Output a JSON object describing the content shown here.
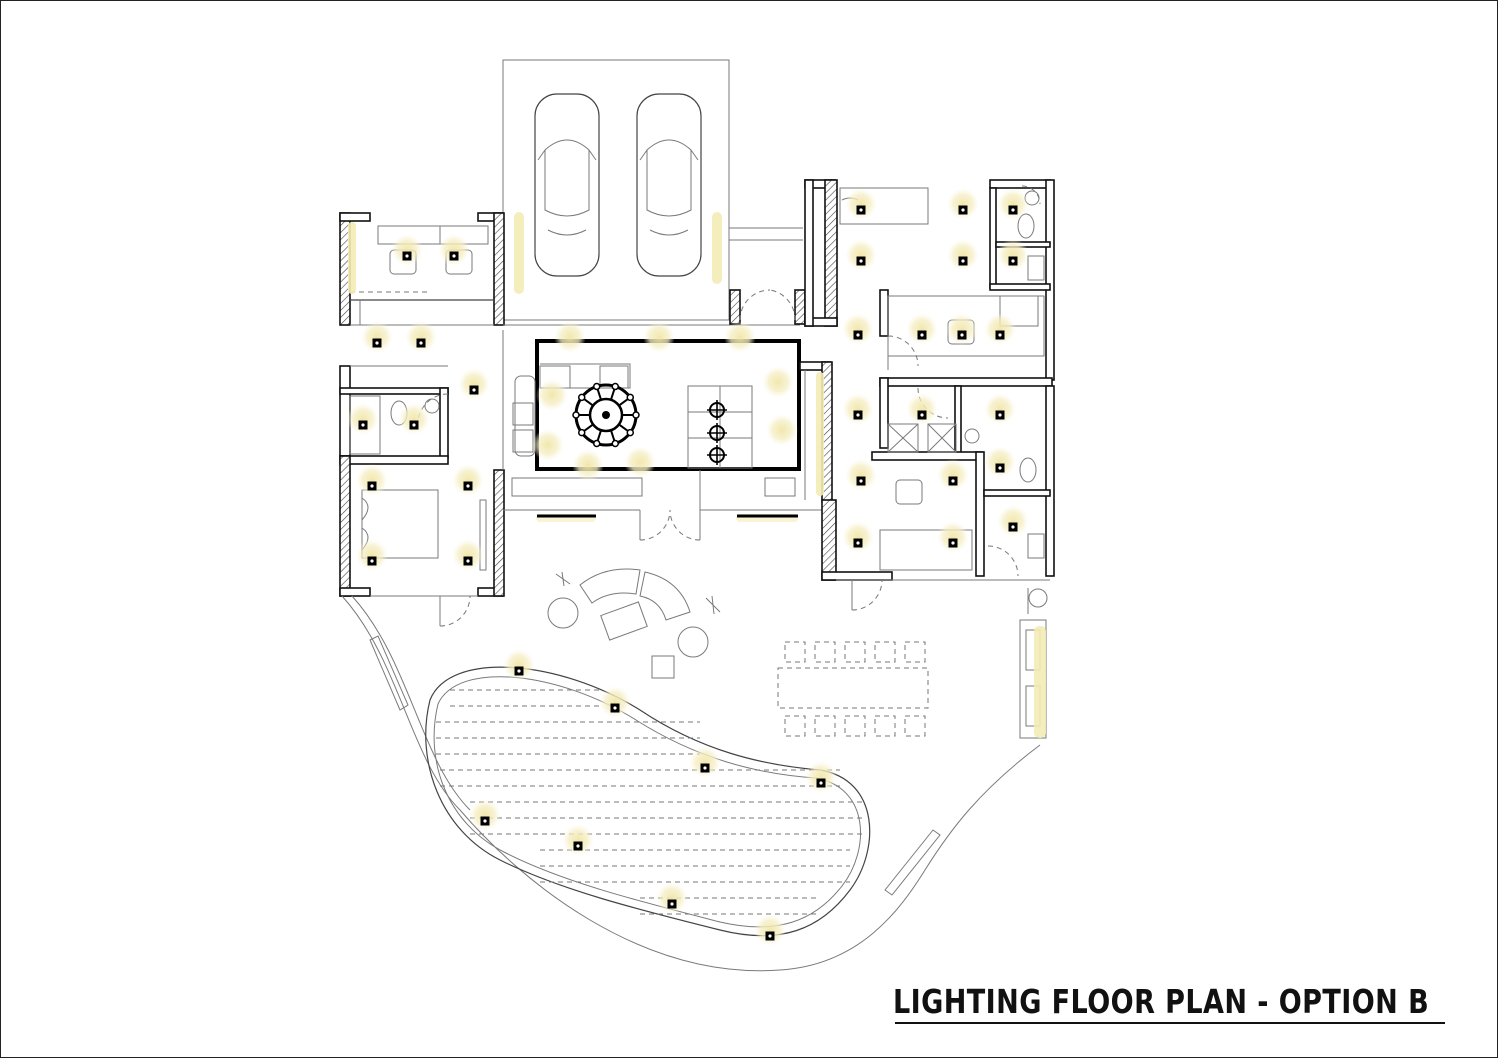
{
  "drawing": {
    "title": "LIGHTING FLOOR PLAN - OPTION B"
  },
  "colors": {
    "glow": "#f3ebb5",
    "wall": "#111111",
    "line": "#7a7a7a",
    "fixture": "#000000"
  },
  "icons": {
    "downlight": "black-square-with-white-dot",
    "chandelier": "circular-chandelier",
    "pendant": "crosshair-pendant-light",
    "strip": "linear-led-strip"
  }
}
